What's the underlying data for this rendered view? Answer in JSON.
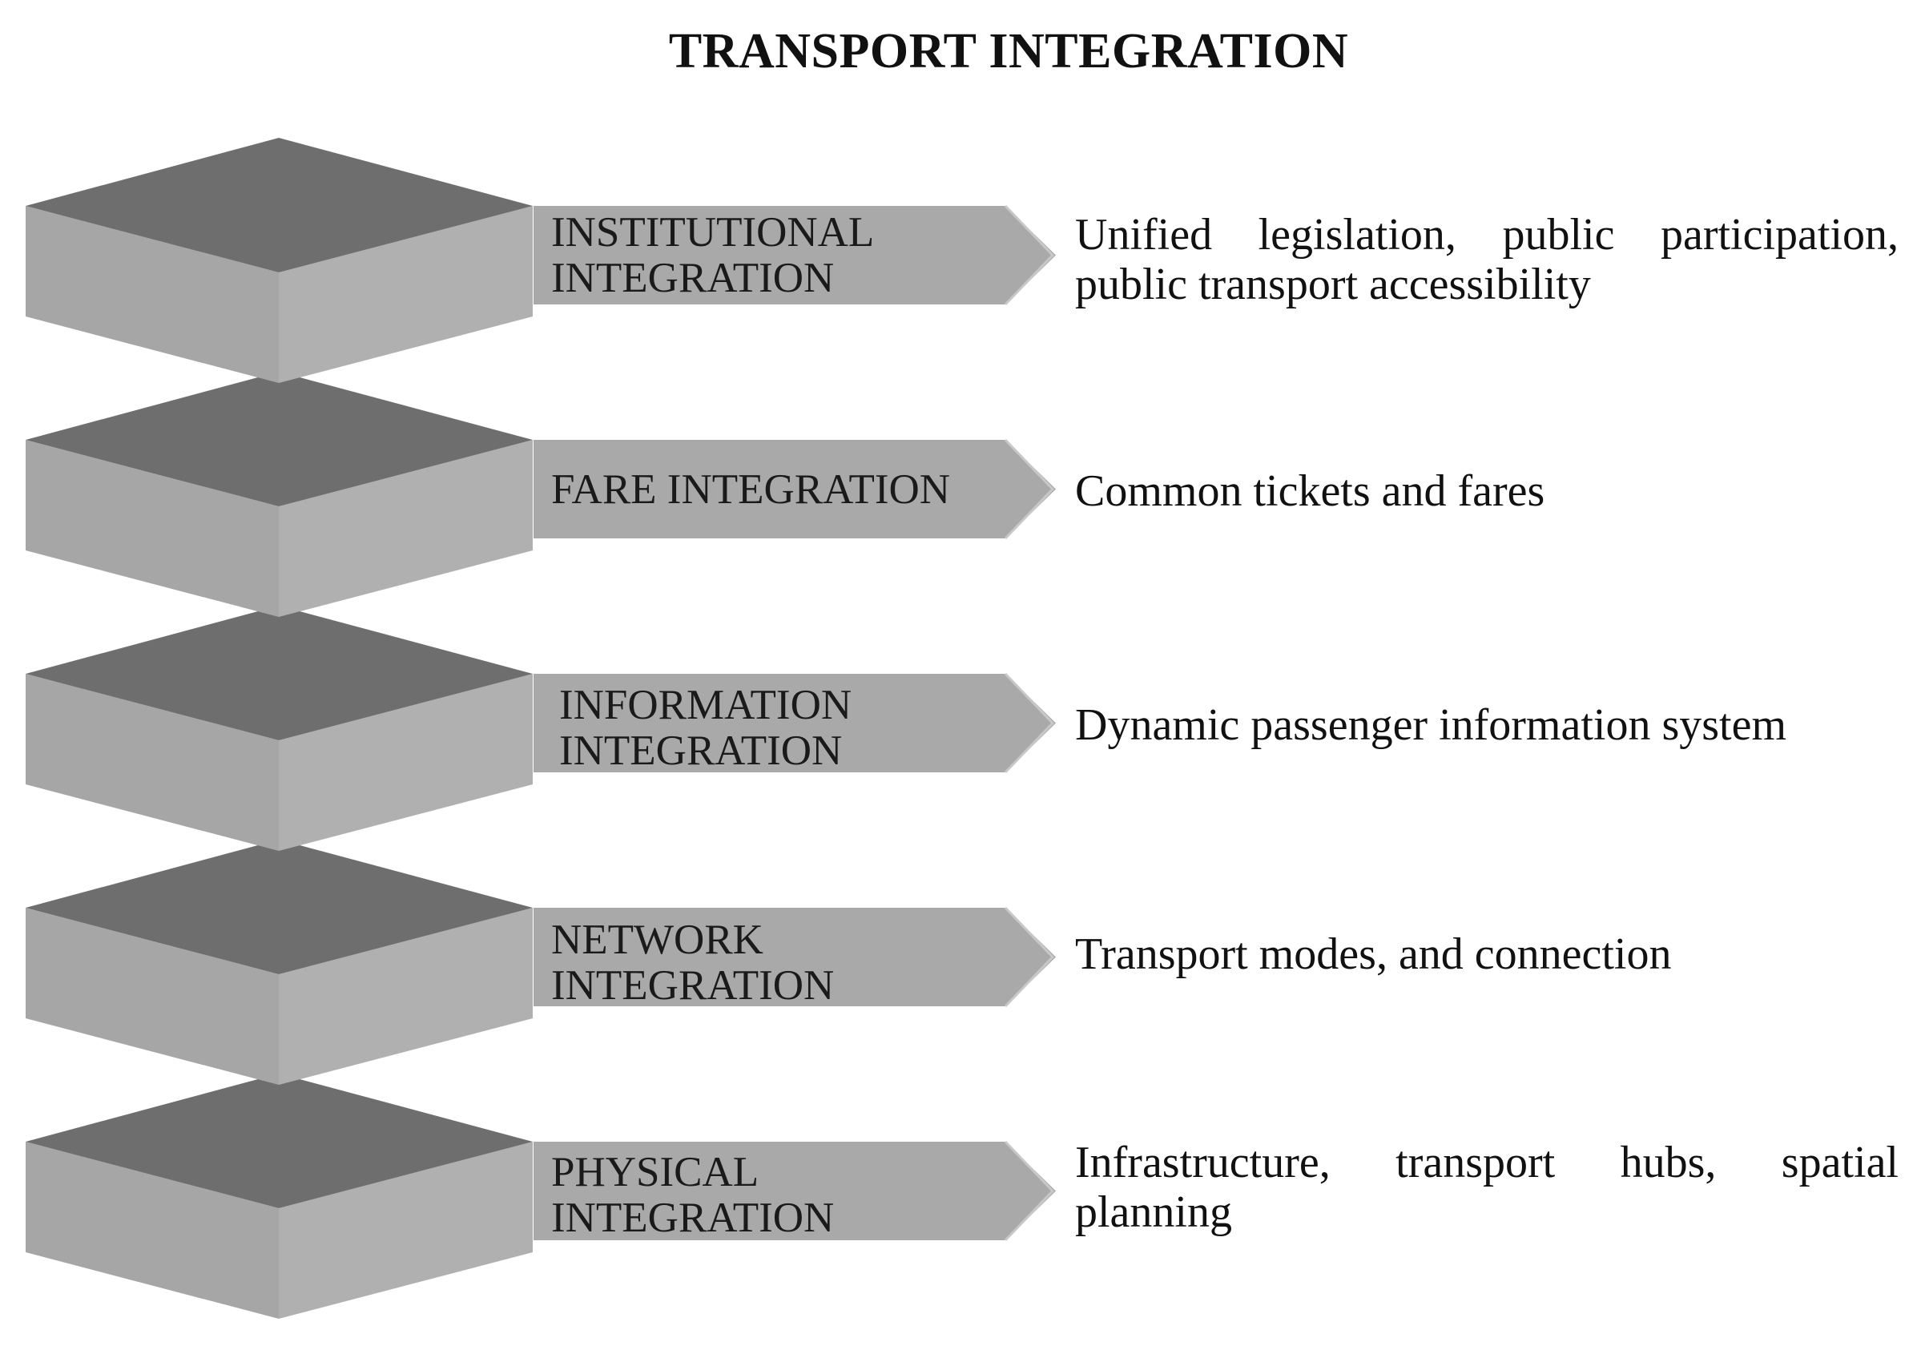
{
  "title": "TRANSPORT INTEGRATION",
  "colors": {
    "block_top": "#6e6e6e",
    "block_left_face": "#a6a6a6",
    "block_right_face": "#b0b0b0",
    "arrow_fill": "#a9a9a9",
    "arrow_edge": "#c8c8c8",
    "text": "#111111"
  },
  "layers": [
    {
      "label_lines": [
        "INSTITUTIONAL",
        "INTEGRATION"
      ],
      "description": "Unified legislation, public participation, public transport accessibility"
    },
    {
      "label_lines": [
        "FARE INTEGRATION"
      ],
      "description": "Common tickets and fares"
    },
    {
      "label_lines": [
        "INFORMATION",
        "INTEGRATION"
      ],
      "description": "Dynamic passenger information system"
    },
    {
      "label_lines": [
        "NETWORK",
        "INTEGRATION"
      ],
      "description": "Transport modes, and connection"
    },
    {
      "label_lines": [
        "PHYSICAL",
        "INTEGRATION"
      ],
      "description": "Infrastructure, transport hubs, spatial planning"
    }
  ]
}
